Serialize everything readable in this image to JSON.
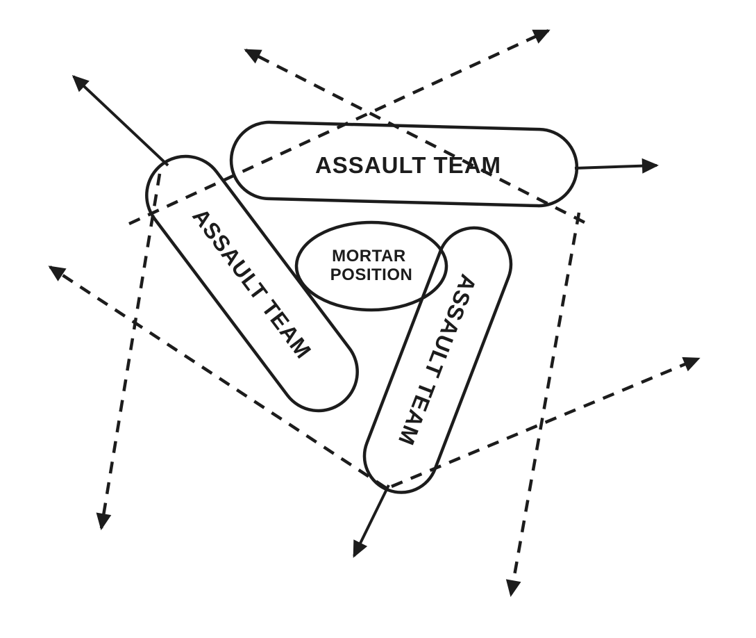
{
  "diagram": {
    "type": "tactical-perimeter-diagram",
    "colors": {
      "ink": "#1c1c1c",
      "background": "#ffffff"
    },
    "labels": {
      "assault_team_top": "ASSAULT TEAM",
      "assault_team_left": "ASSAULT TEAM",
      "assault_team_right": "ASSAULT TEAM",
      "mortar_line1": "MORTAR",
      "mortar_line2": "POSITION"
    }
  }
}
